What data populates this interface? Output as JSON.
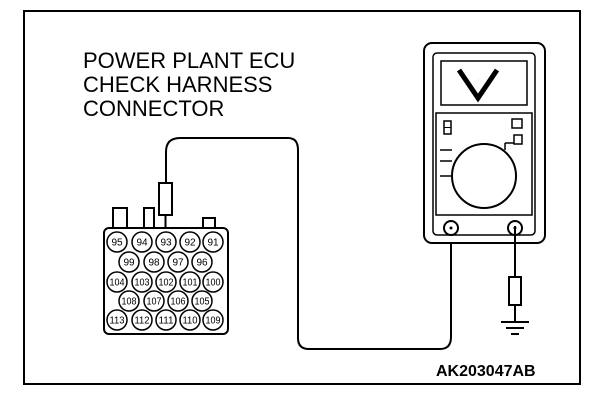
{
  "title_lines": [
    "POWER PLANT ECU",
    "CHECK HARNESS",
    "CONNECTOR"
  ],
  "figure_id": "AK203047AB",
  "meter": {
    "display_symbol": "V"
  },
  "connector_pins": [
    [
      "95",
      "94",
      "93",
      "92",
      "91"
    ],
    [
      "99",
      "98",
      "97",
      "96"
    ],
    [
      "104",
      "103",
      "102",
      "101",
      "100"
    ],
    [
      "108",
      "107",
      "106",
      "105"
    ],
    [
      "113",
      "112",
      "111",
      "110",
      "109"
    ]
  ],
  "probe_pin": "93"
}
